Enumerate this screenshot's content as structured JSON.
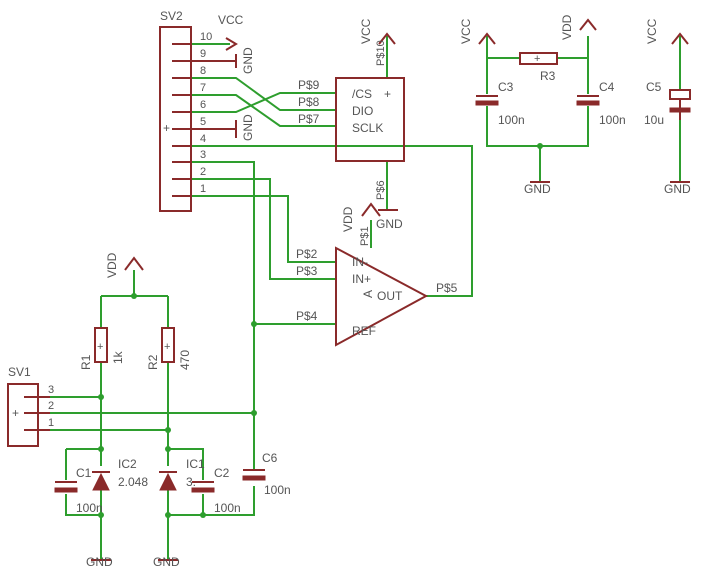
{
  "colors": {
    "wire": "#2e9e2e",
    "part": "#8a2a2a",
    "label": "#555555",
    "background": "#ffffff"
  },
  "labels": {
    "sv2": "SV2",
    "sv2_vcc": "VCC",
    "sv2_pins": [
      "10",
      "9",
      "8",
      "7",
      "6",
      "5",
      "4",
      "3",
      "2",
      "1"
    ],
    "sv2_gnd_a": "GND",
    "sv2_gnd_b": "GND",
    "u1_vcc": "VCC",
    "u1_p10": "P$10",
    "u1_pin_cs": "/CS",
    "u1_pin_dio": "DIO",
    "u1_pin_sclk": "SCLK",
    "u1_p9": "P$9",
    "u1_p8": "P$8",
    "u1_p7": "P$7",
    "u1_p6": "P$6",
    "u1_gnd": "GND",
    "c3_vcc": "VCC",
    "c3": "C3",
    "c3_val": "100n",
    "r3": "R3",
    "r3_vdd": "VDD",
    "c4": "C4",
    "c4_val": "100n",
    "c5_vcc": "VCC",
    "c5": "C5",
    "c5_val": "10u",
    "gnd_mid": "GND",
    "gnd_c5": "GND",
    "u2_vdd": "VDD",
    "u2_p1": "P$1",
    "u2_in1": "IN-",
    "u2_in2": "IN+",
    "u2_out": "OUT",
    "u2_ref": "REF",
    "u2_a": "A",
    "u2_p2": "P$2",
    "u2_p3": "P$3",
    "u2_p4": "P$4",
    "u2_p5": "P$5",
    "vdd_left": "VDD",
    "r1": "R1",
    "r1_val": "1k",
    "r2": "R2",
    "r2_val": "470",
    "sv1": "SV1",
    "sv1_pins": [
      "3",
      "2",
      "1"
    ],
    "ic2": "IC2",
    "ic2_val": "2.048",
    "ic1": "IC1",
    "ic1_val": "3.",
    "c1": "C1",
    "c1_val": "100n",
    "c2": "C2",
    "c2_val": "100n",
    "c6": "C6",
    "c6_val": "100n",
    "gnd_left": "GND",
    "gnd_left2": "GND"
  }
}
